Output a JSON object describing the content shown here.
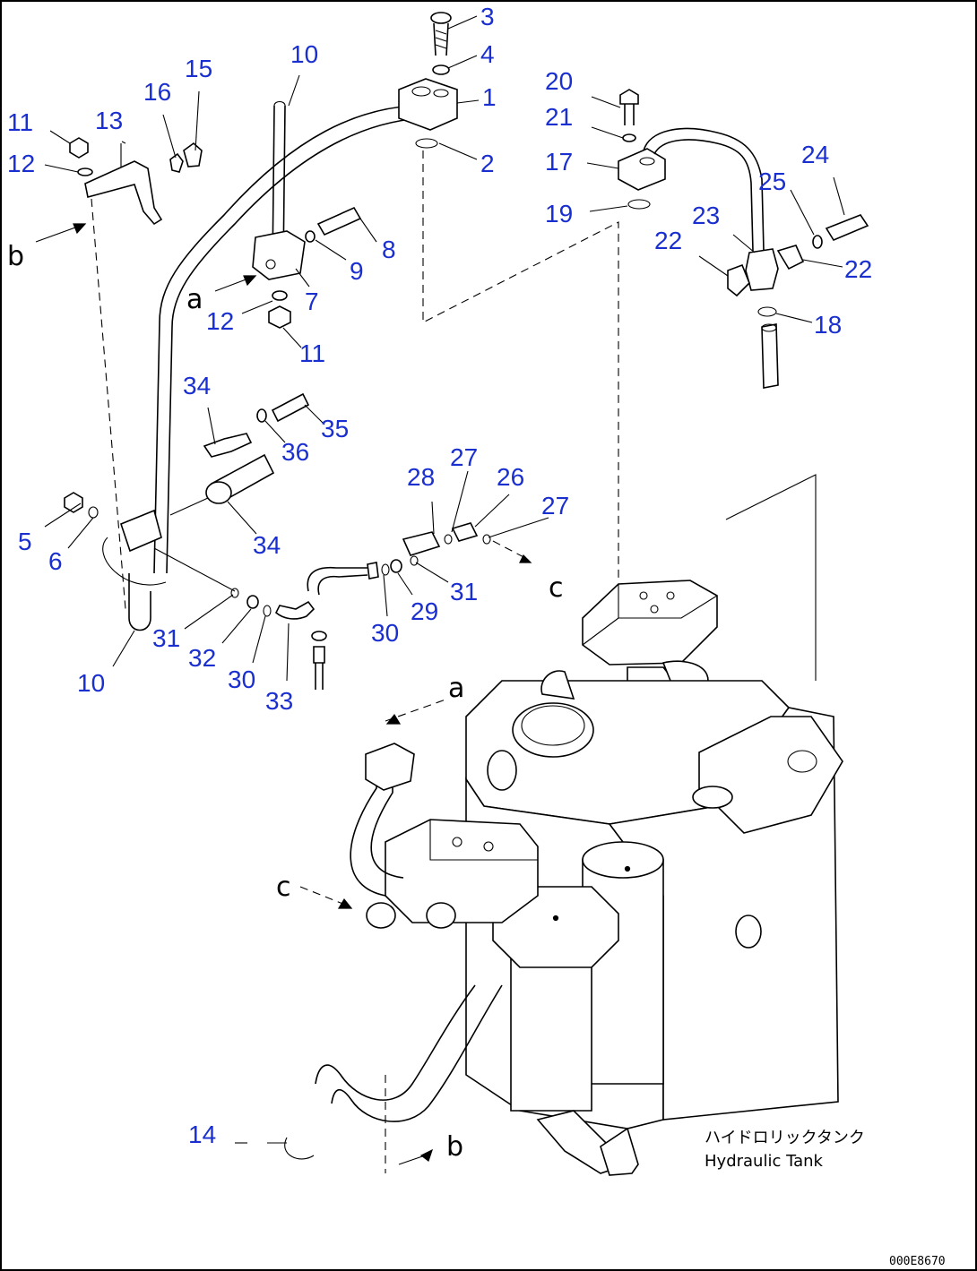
{
  "callouts": [
    {
      "id": "c3",
      "text": "3"
    },
    {
      "id": "c4",
      "text": "4"
    },
    {
      "id": "c1",
      "text": "1"
    },
    {
      "id": "c2",
      "text": "2"
    },
    {
      "id": "c10a",
      "text": "10"
    },
    {
      "id": "c15",
      "text": "15"
    },
    {
      "id": "c16",
      "text": "16"
    },
    {
      "id": "c13",
      "text": "13"
    },
    {
      "id": "c11a",
      "text": "11"
    },
    {
      "id": "c12a",
      "text": "12"
    },
    {
      "id": "c8",
      "text": "8"
    },
    {
      "id": "c9",
      "text": "9"
    },
    {
      "id": "c7",
      "text": "7"
    },
    {
      "id": "c12b",
      "text": "12"
    },
    {
      "id": "c11b",
      "text": "11"
    },
    {
      "id": "c20",
      "text": "20"
    },
    {
      "id": "c21",
      "text": "21"
    },
    {
      "id": "c17",
      "text": "17"
    },
    {
      "id": "c19",
      "text": "19"
    },
    {
      "id": "c24",
      "text": "24"
    },
    {
      "id": "c25",
      "text": "25"
    },
    {
      "id": "c23",
      "text": "23"
    },
    {
      "id": "c22a",
      "text": "22"
    },
    {
      "id": "c22b",
      "text": "22"
    },
    {
      "id": "c18",
      "text": "18"
    },
    {
      "id": "c34a",
      "text": "34"
    },
    {
      "id": "c35",
      "text": "35"
    },
    {
      "id": "c36",
      "text": "36"
    },
    {
      "id": "c34b",
      "text": "34"
    },
    {
      "id": "c5",
      "text": "5"
    },
    {
      "id": "c6",
      "text": "6"
    },
    {
      "id": "c28",
      "text": "28"
    },
    {
      "id": "c27a",
      "text": "27"
    },
    {
      "id": "c26",
      "text": "26"
    },
    {
      "id": "c27b",
      "text": "27"
    },
    {
      "id": "c31a",
      "text": "31"
    },
    {
      "id": "c29",
      "text": "29"
    },
    {
      "id": "c30a",
      "text": "30"
    },
    {
      "id": "c31b",
      "text": "31"
    },
    {
      "id": "c32",
      "text": "32"
    },
    {
      "id": "c30b",
      "text": "30"
    },
    {
      "id": "c33",
      "text": "33"
    },
    {
      "id": "c10b",
      "text": "10"
    },
    {
      "id": "c14",
      "text": "14"
    }
  ],
  "connection_letters": [
    {
      "id": "lb1",
      "text": "b"
    },
    {
      "id": "la1",
      "text": "a"
    },
    {
      "id": "lc1",
      "text": "c"
    },
    {
      "id": "la2",
      "text": "a"
    },
    {
      "id": "lc2",
      "text": "c"
    },
    {
      "id": "lb2",
      "text": "b"
    }
  ],
  "tank_label_jp": "ハイドロリックタンク",
  "tank_label_en": "Hydraulic Tank",
  "drawing_code": "000E8670",
  "colors": {
    "callout": "#1a2fd0",
    "line": "#000000",
    "background": "#ffffff"
  }
}
